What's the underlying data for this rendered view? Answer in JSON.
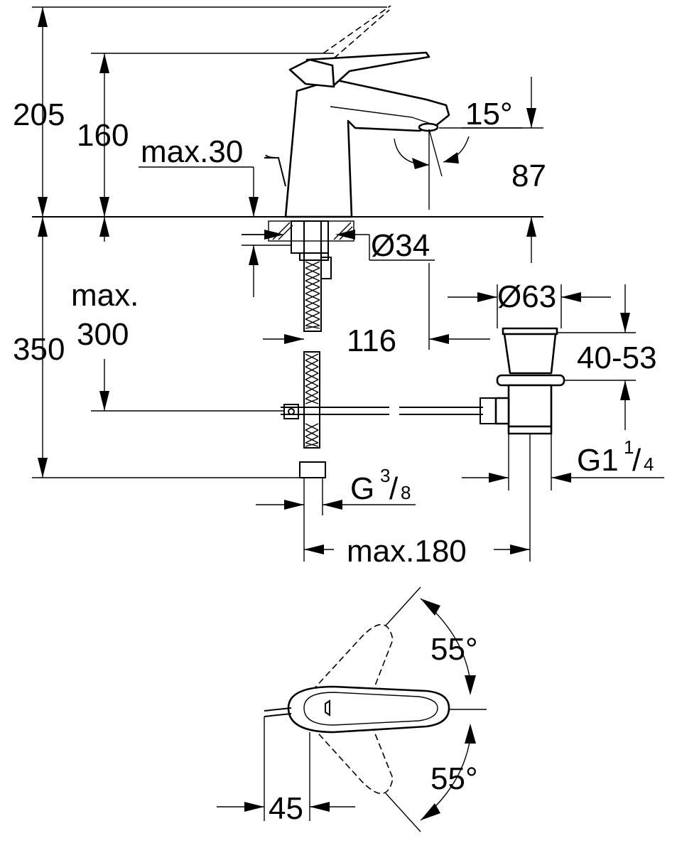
{
  "dimensions": {
    "overall_height": "205",
    "lever_height": "160",
    "max_deck_thickness": "max.30",
    "spout_angle": "15°",
    "spout_height": "87",
    "hole_diameter": "Ø34",
    "below_deck_label": "max.",
    "below_deck_value": "300",
    "total_below": "350",
    "waste_offset": "116",
    "waste_diameter": "Ø63",
    "waste_range": "40-53",
    "waste_thread": {
      "base": "G1",
      "fraction_num": "1",
      "fraction_den": "4"
    },
    "hose_thread": {
      "base": "G",
      "fraction_num": "3",
      "fraction_den": "8"
    },
    "max_reach": "max.180",
    "lever_rotation_upper": "55°",
    "lever_rotation_lower": "55°",
    "pull_rod_offset": "45"
  }
}
